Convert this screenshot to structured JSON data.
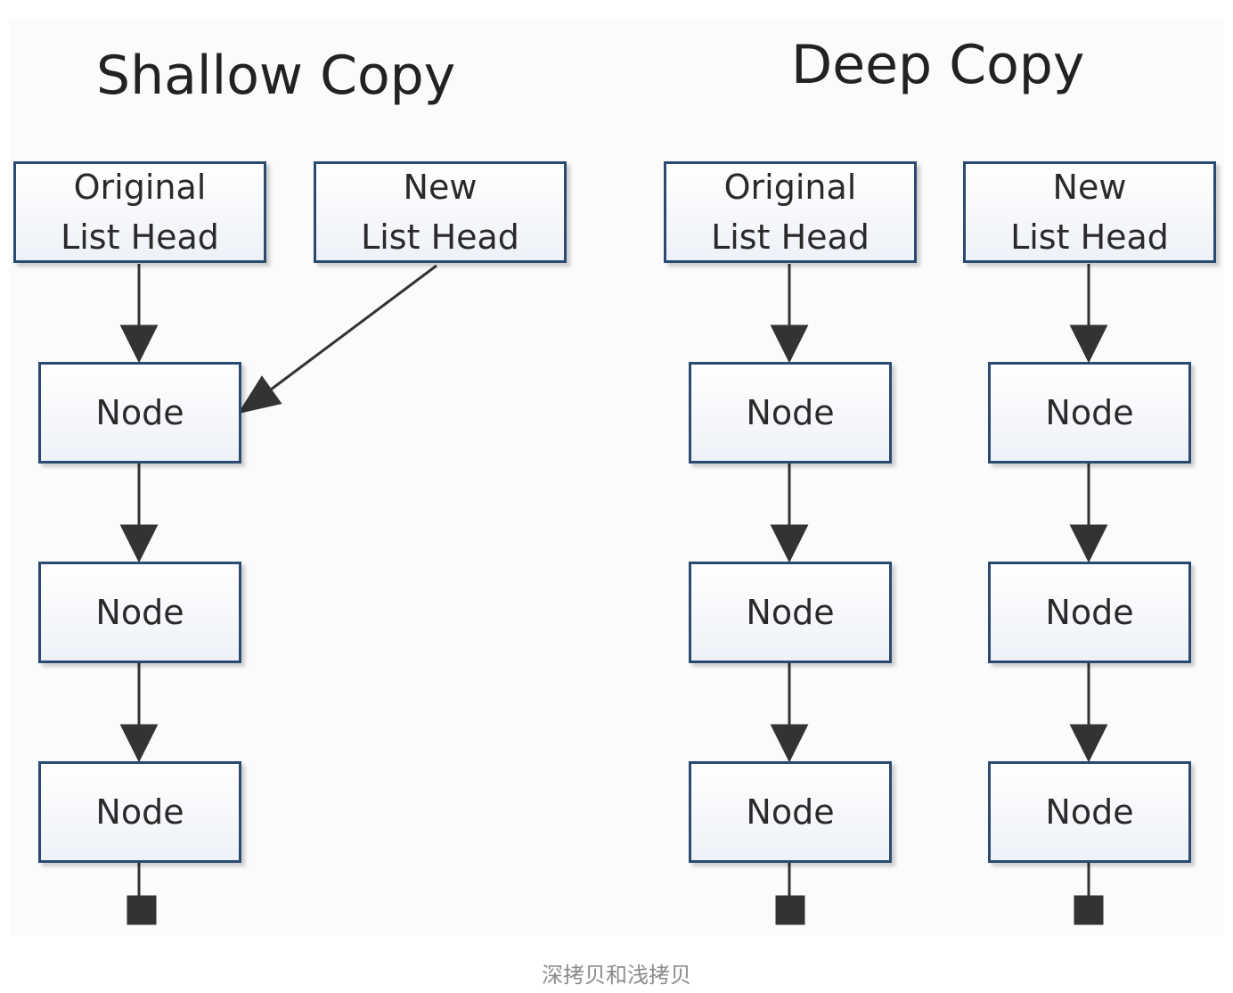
{
  "shallow": {
    "title": "Shallow Copy",
    "original_head": [
      "Original",
      "List Head"
    ],
    "new_head": [
      "New",
      "List Head"
    ],
    "nodes": [
      "Node",
      "Node",
      "Node"
    ]
  },
  "deep": {
    "title": "Deep Copy",
    "original_head": [
      "Original",
      "List Head"
    ],
    "new_head": [
      "New",
      "List Head"
    ],
    "original_nodes": [
      "Node",
      "Node",
      "Node"
    ],
    "new_nodes": [
      "Node",
      "Node",
      "Node"
    ]
  },
  "caption": "深拷贝和浅拷贝",
  "colors": {
    "box_border": "#2b4a72",
    "arrow": "#333333",
    "title_text": "#222222",
    "caption_text": "#8a8a8a"
  }
}
